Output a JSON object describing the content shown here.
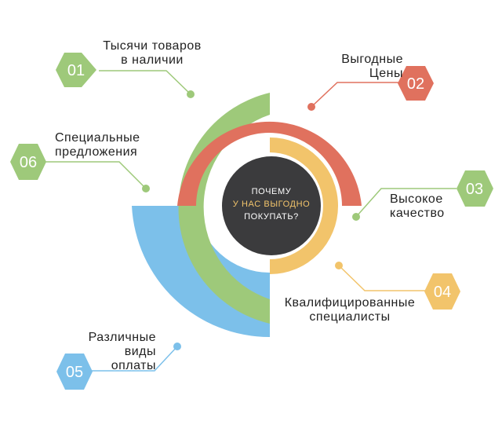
{
  "center": {
    "line1": "ПОЧЕМУ",
    "line2": "У НАС ВЫГОДНО",
    "line3": "ПОКУПАТЬ?"
  },
  "items": [
    {
      "number": "01",
      "lines": [
        "Тысячи товаров",
        "в наличии"
      ],
      "color": "#9ec97a"
    },
    {
      "number": "02",
      "lines": [
        "Выгодные",
        "Цены"
      ],
      "color": "#e0715e"
    },
    {
      "number": "03",
      "lines": [
        "Высокое",
        "качество"
      ],
      "color": "#9ec97a"
    },
    {
      "number": "04",
      "lines": [
        "Квалифицированные",
        "специалисты"
      ],
      "color": "#f2c46b"
    },
    {
      "number": "05",
      "lines": [
        "Различные",
        "виды",
        "оплаты"
      ],
      "color": "#7cc0ea"
    },
    {
      "number": "06",
      "lines": [
        "Специальные",
        "предложения"
      ],
      "color": "#9ec97a"
    }
  ],
  "colors": {
    "green": "#9ec97a",
    "red": "#e0715e",
    "yellow": "#f2c46b",
    "blue": "#7cc0ea",
    "center": "#3b3b3d",
    "center_text": "#ffffff",
    "center_accent": "#f2c46b"
  }
}
